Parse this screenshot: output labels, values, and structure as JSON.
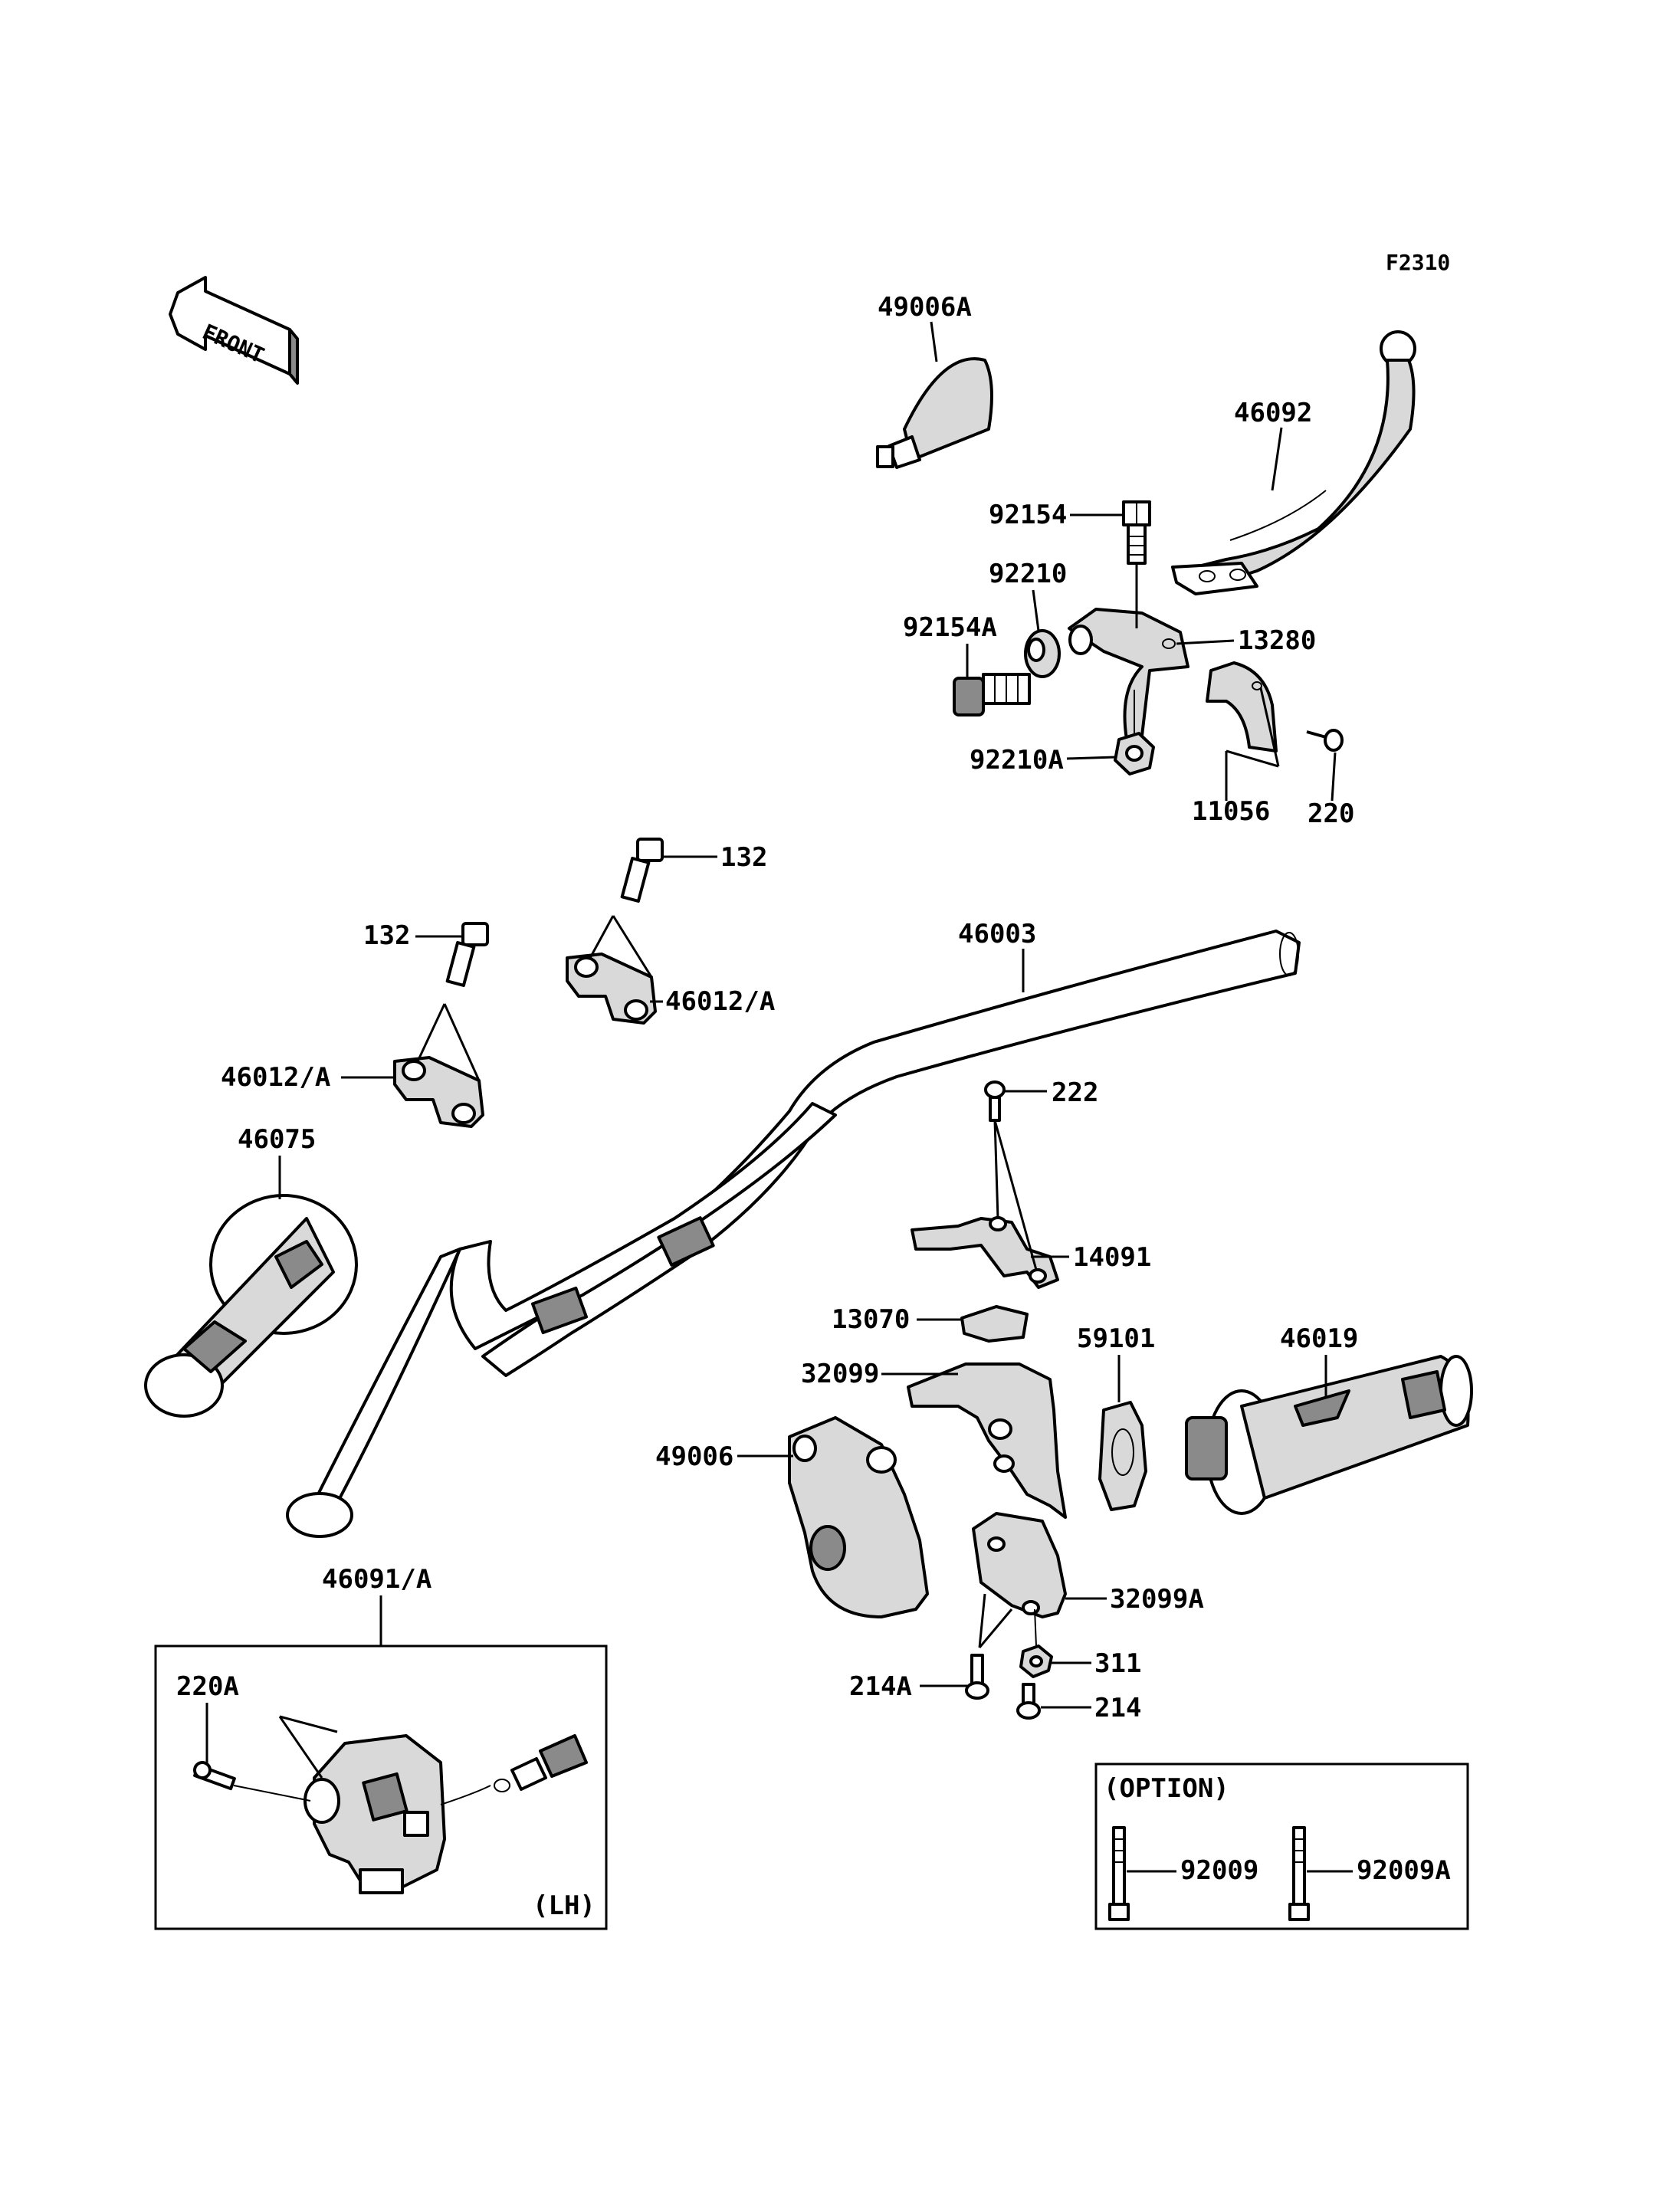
{
  "figure_code": "F2310",
  "front_arrow_text": "FRONT",
  "labels": {
    "p49006A": "49006A",
    "p46092": "46092",
    "p92154": "92154",
    "p92210": "92210",
    "p92154A": "92154A",
    "p13280": "13280",
    "p92210A": "92210A",
    "p11056": "11056",
    "p220": "220",
    "p132_right": "132",
    "p132_left": "132",
    "p46003": "46003",
    "p46012A_right": "46012/A",
    "p46012A_left": "46012/A",
    "p46075": "46075",
    "p222": "222",
    "p14091": "14091",
    "p13070": "13070",
    "p32099": "32099",
    "p59101": "59101",
    "p46019": "46019",
    "p49006": "49006",
    "p32099A": "32099A",
    "p311": "311",
    "p214A": "214A",
    "p214": "214",
    "p46091A": "46091/A",
    "p220A": "220A",
    "p92009": "92009",
    "p92009A": "92009A"
  },
  "lh_box_label": "(LH)",
  "option_box_label": "(OPTION)"
}
